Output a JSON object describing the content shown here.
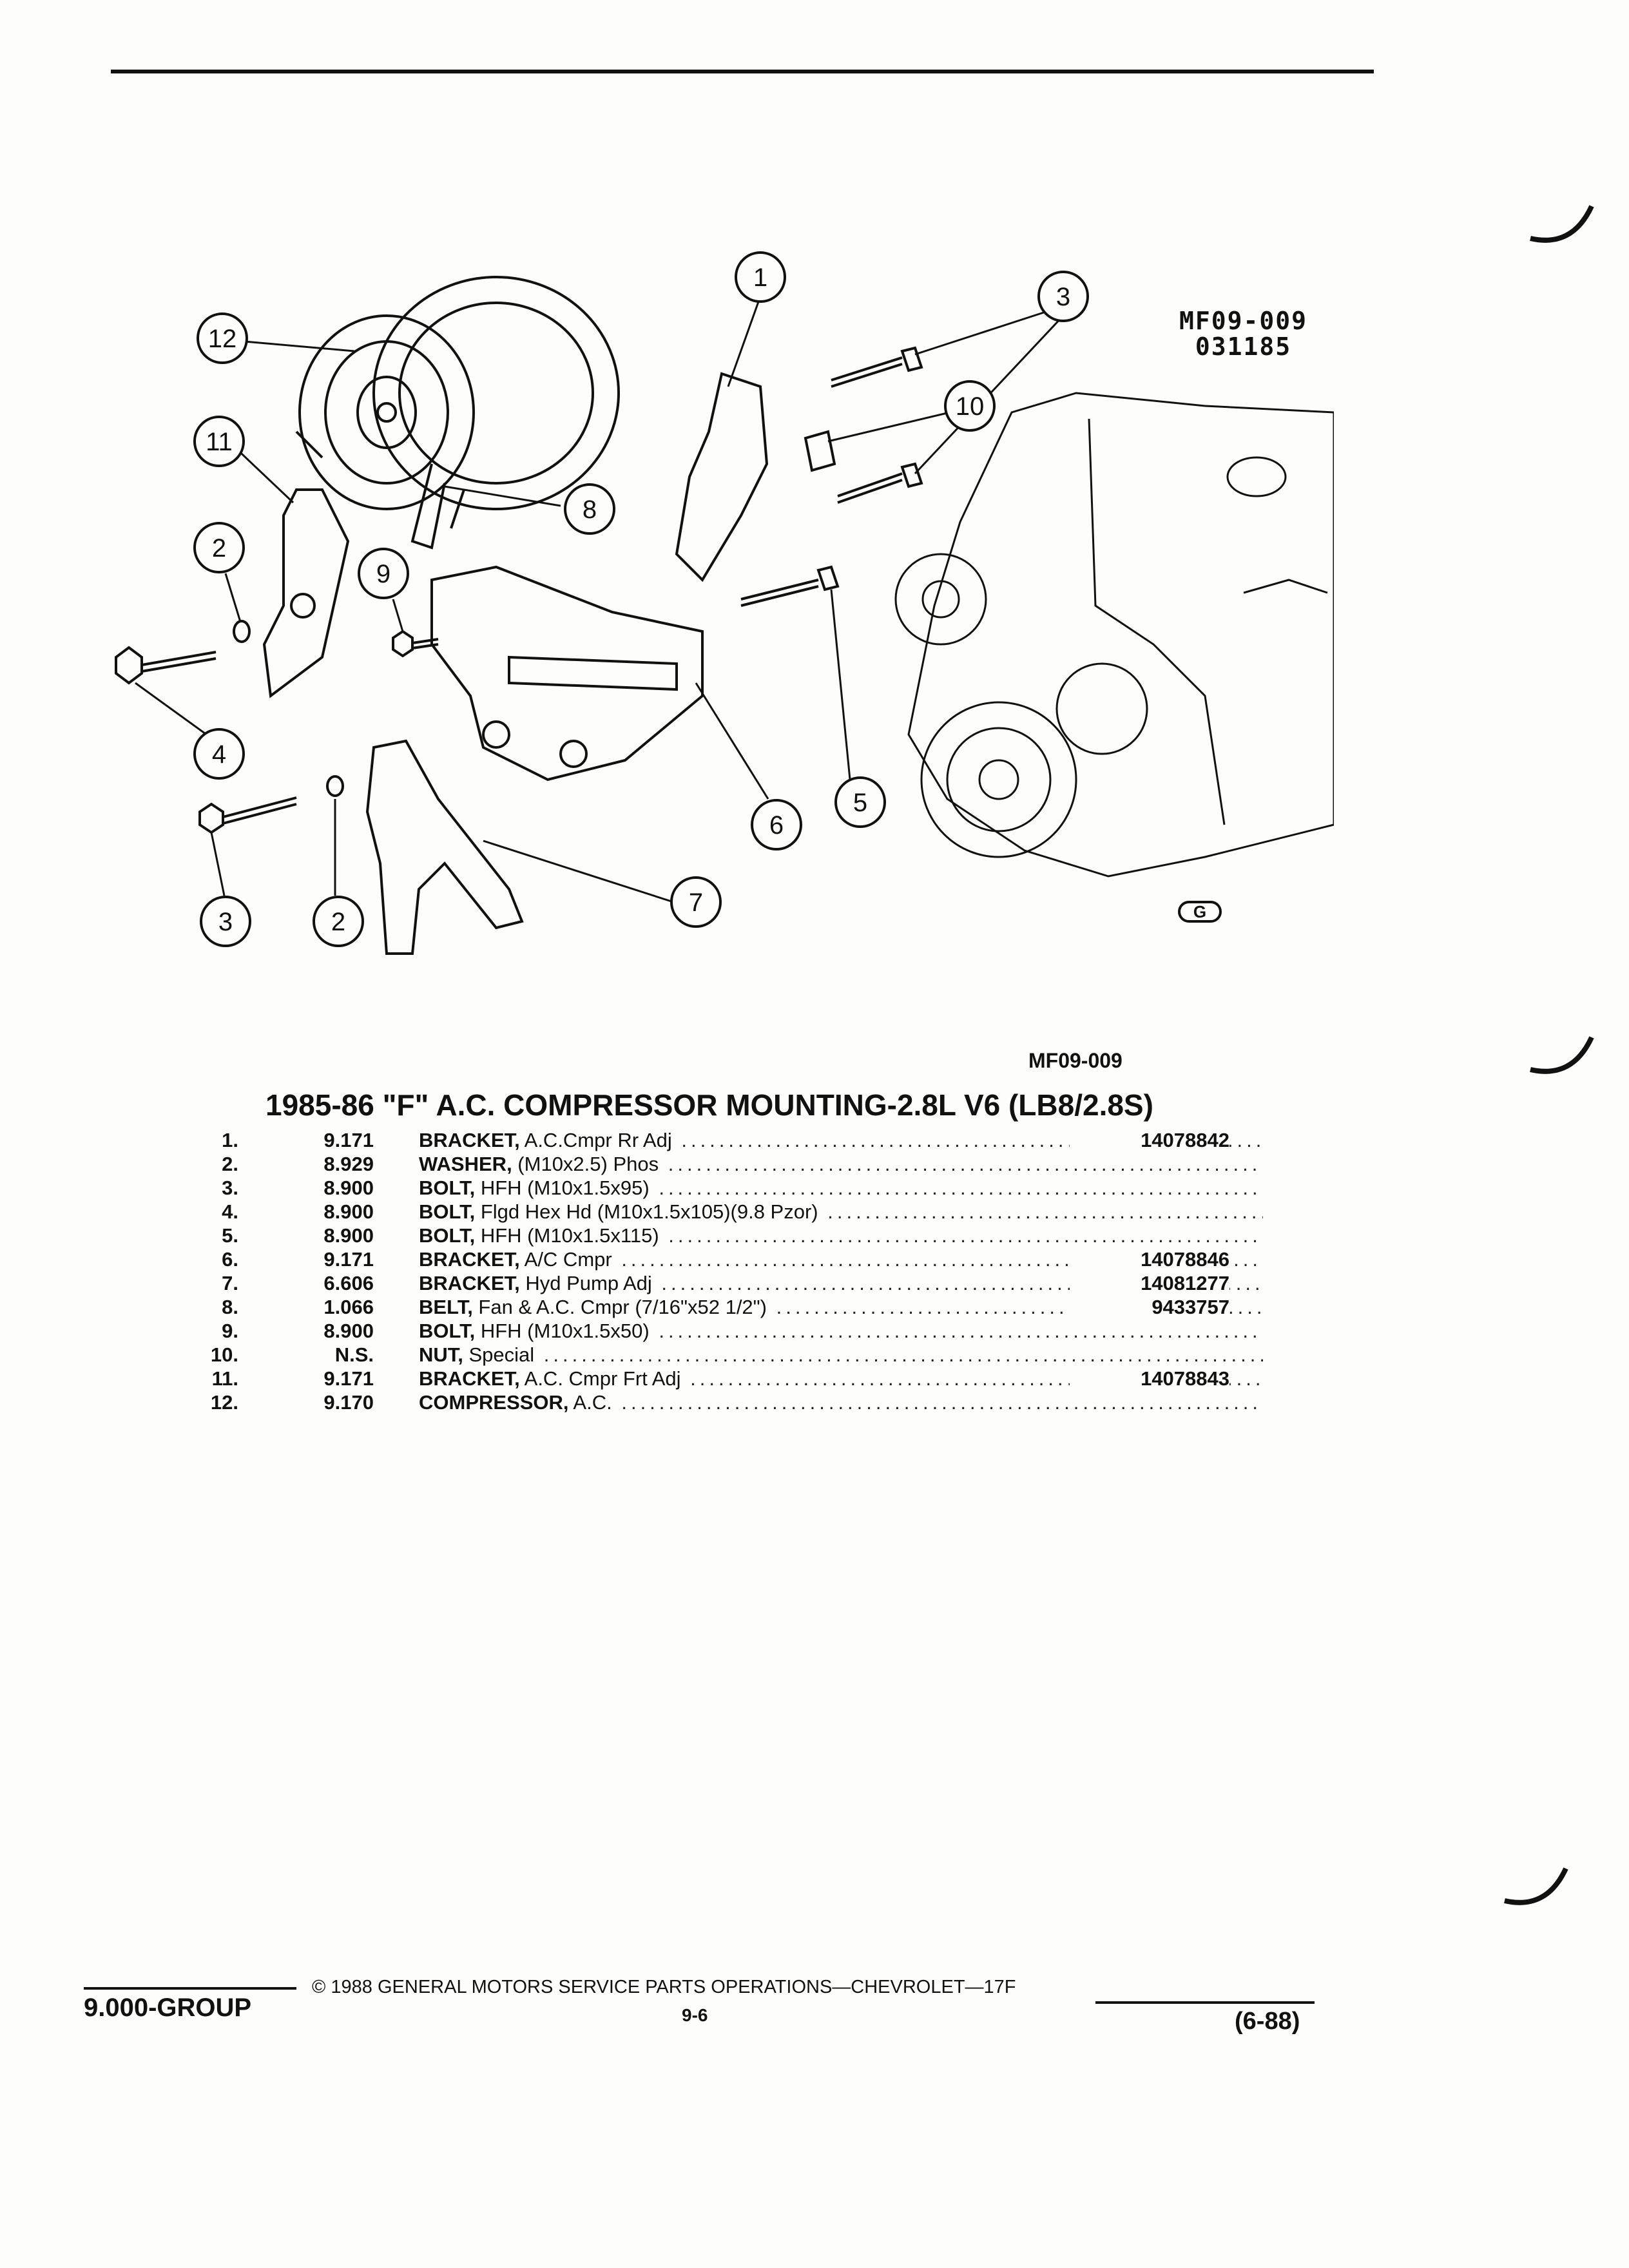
{
  "header": {
    "ref_code_top": "MF09-009",
    "ref_date": "031185"
  },
  "figure": {
    "ref_code": "MF09-009",
    "callouts": [
      "1",
      "2",
      "2",
      "3",
      "3",
      "4",
      "5",
      "6",
      "7",
      "8",
      "9",
      "10",
      "11",
      "12"
    ],
    "logo_text": "G"
  },
  "parts_list": {
    "title": "1985-86 \"F\" A.C. COMPRESSOR MOUNTING-2.8L V6 (LB8/2.8S)",
    "items": [
      {
        "num": "1.",
        "group": "9.171",
        "name": "BRACKET,",
        "spec": " A.C.Cmpr Rr Adj",
        "part_no": "14078842"
      },
      {
        "num": "2.",
        "group": "8.929",
        "name": "WASHER,",
        "spec": " (M10x2.5) Phos",
        "part_no": ""
      },
      {
        "num": "3.",
        "group": "8.900",
        "name": "BOLT,",
        "spec": " HFH (M10x1.5x95)",
        "part_no": ""
      },
      {
        "num": "4.",
        "group": "8.900",
        "name": "BOLT,",
        "spec": " Flgd Hex Hd (M10x1.5x105)(9.8 Pzor)",
        "part_no": ""
      },
      {
        "num": "5.",
        "group": "8.900",
        "name": "BOLT,",
        "spec": " HFH (M10x1.5x115)",
        "part_no": ""
      },
      {
        "num": "6.",
        "group": "9.171",
        "name": "BRACKET,",
        "spec": " A/C Cmpr",
        "part_no": "14078846"
      },
      {
        "num": "7.",
        "group": "6.606",
        "name": "BRACKET,",
        "spec": " Hyd Pump Adj",
        "part_no": "14081277"
      },
      {
        "num": "8.",
        "group": "1.066",
        "name": "BELT,",
        "spec": " Fan & A.C. Cmpr (7/16\"x52 1/2\")",
        "part_no": "9433757"
      },
      {
        "num": "9.",
        "group": "8.900",
        "name": "BOLT,",
        "spec": " HFH (M10x1.5x50)",
        "part_no": ""
      },
      {
        "num": "10.",
        "group": "N.S.",
        "name": "NUT,",
        "spec": " Special",
        "part_no": ""
      },
      {
        "num": "11.",
        "group": "9.171",
        "name": "BRACKET,",
        "spec": " A.C. Cmpr Frt Adj",
        "part_no": "14078843"
      },
      {
        "num": "12.",
        "group": "9.170",
        "name": "COMPRESSOR,",
        "spec": " A.C.",
        "part_no": ""
      }
    ]
  },
  "footer": {
    "group": "9.000-GROUP",
    "copyright": "© 1988 GENERAL MOTORS SERVICE PARTS OPERATIONS—CHEVROLET—17F",
    "page": "9-6",
    "date": "(6-88)"
  }
}
